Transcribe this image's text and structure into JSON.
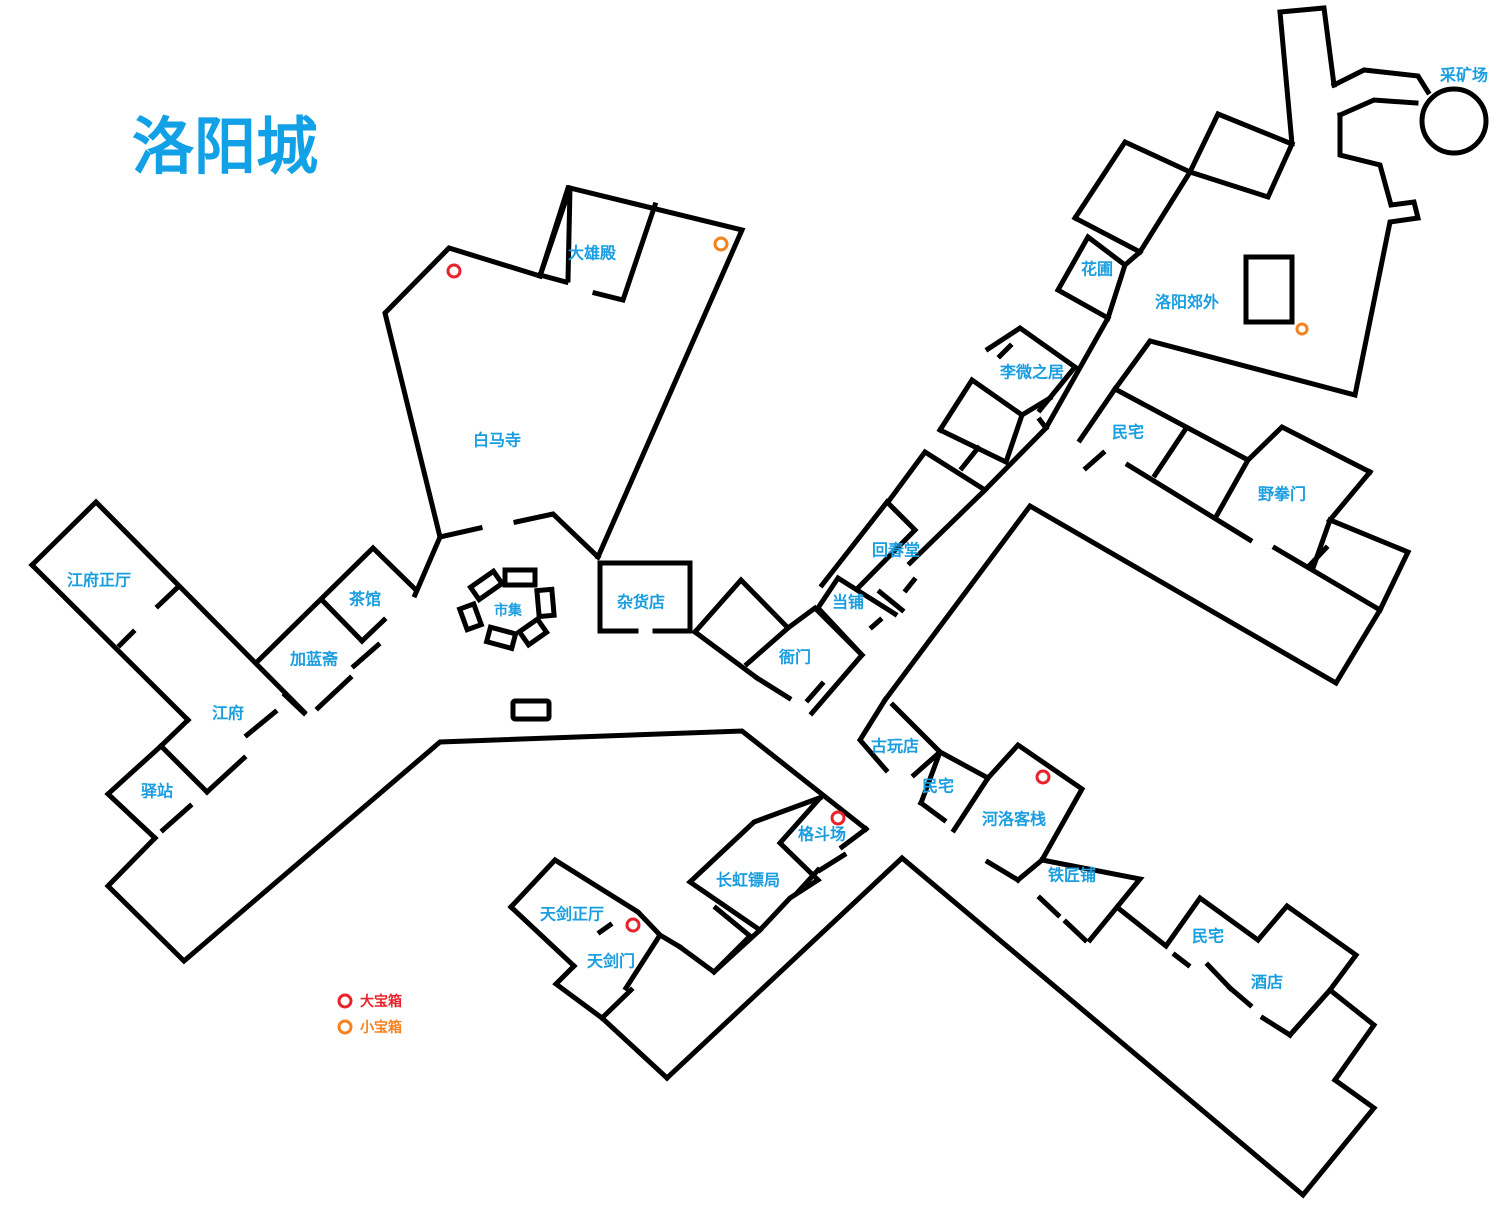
{
  "map_title": "洛阳城",
  "colors": {
    "label": "#1a9ee0",
    "title": "#12a0e6",
    "wall": "#000000",
    "large_chest": "#e8232b",
    "small_chest": "#f5821f"
  },
  "locations": {
    "caikuangchang": "采矿场",
    "luoyang_jiaowai": "洛阳郊外",
    "huayuan": "花圃",
    "liwei_zhiju": "李微之居",
    "minzhai_ne": "民宅",
    "yequanmen": "野拳门",
    "daxiongdian": "大雄殿",
    "baimasi": "白马寺",
    "huichuntang": "回春堂",
    "dangpu": "当铺",
    "yamen": "衙门",
    "zahuodian": "杂货店",
    "shiji": "市集",
    "chaguan": "茶馆",
    "jialanzhai": "加蓝斋",
    "jiangfu_zhengting": "江府正厅",
    "jiangfu": "江府",
    "yizhan": "驿站",
    "guwandian": "古玩店",
    "minzhai_mid": "民宅",
    "heluo_kezhan": "河洛客栈",
    "tiejiangpu": "铁匠铺",
    "minzhai_se": "民宅",
    "jiudian": "酒店",
    "gedouchang": "格斗场",
    "changhong_biaoju": "长虹镖局",
    "tianjian_zhengting": "天剑正厅",
    "tianjianmen": "天剑门"
  },
  "legend": {
    "large_chest": "大宝箱",
    "small_chest": "小宝箱"
  }
}
